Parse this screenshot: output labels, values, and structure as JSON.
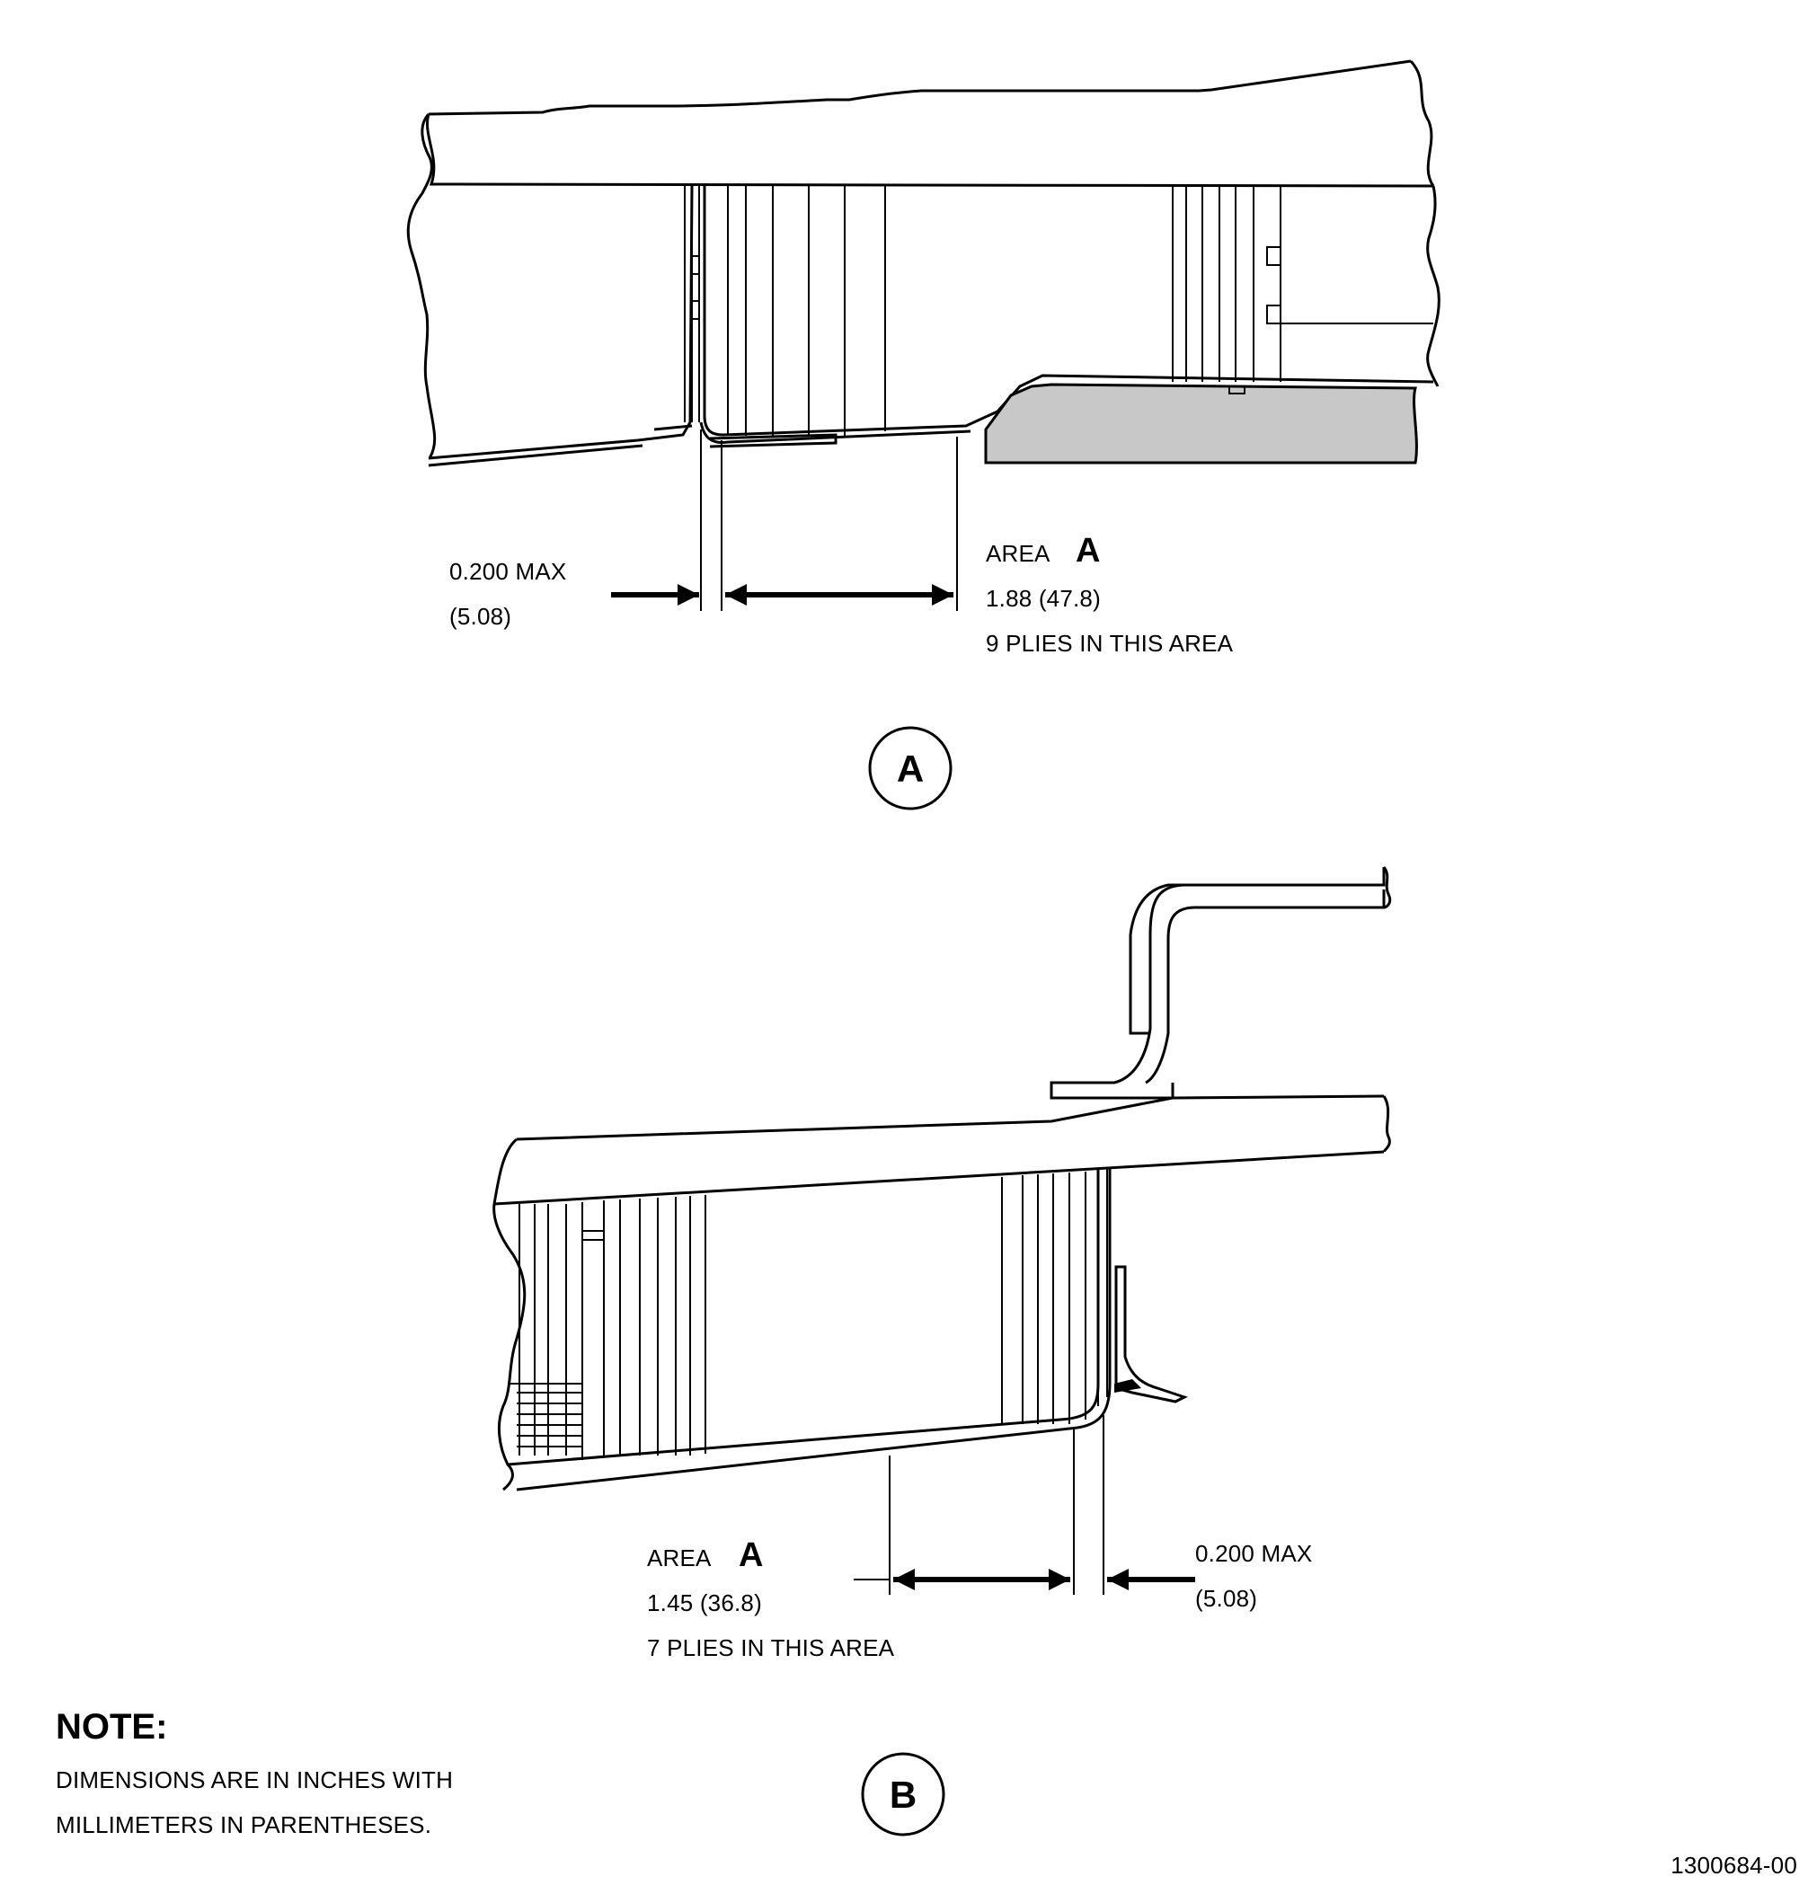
{
  "view_a": {
    "circle_label": "A",
    "dim_max": {
      "value": "0.200 MAX",
      "metric": "(5.08)"
    },
    "area_label": "AREA",
    "area_letter": "A",
    "area_value": "1.88 (47.8)",
    "area_plies": "9 PLIES IN THIS AREA"
  },
  "view_b": {
    "circle_label": "B",
    "dim_max": {
      "value": "0.200 MAX",
      "metric": "(5.08)"
    },
    "area_label": "AREA",
    "area_letter": "A",
    "area_value": "1.45 (36.8)",
    "area_plies": "7 PLIES IN THIS AREA"
  },
  "note": {
    "title": "NOTE:",
    "line1": "DIMENSIONS ARE IN INCHES WITH",
    "line2": "MILLIMETERS IN PARENTHESES."
  },
  "figure_id": "1300684-00",
  "colors": {
    "shaded_part": "#c8c8c8",
    "ink": "#000000"
  }
}
